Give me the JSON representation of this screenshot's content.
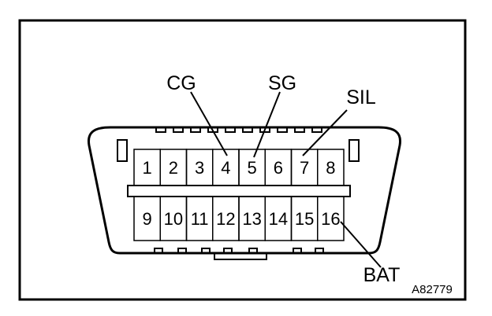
{
  "figure_id": "A82779",
  "connector": {
    "top_row": [
      "1",
      "2",
      "3",
      "4",
      "5",
      "6",
      "7",
      "8"
    ],
    "bottom_row": [
      "9",
      "10",
      "11",
      "12",
      "13",
      "14",
      "15",
      "16"
    ]
  },
  "callouts": [
    {
      "id": "cg",
      "label": "CG",
      "pin": "4"
    },
    {
      "id": "sg",
      "label": "SG",
      "pin": "5"
    },
    {
      "id": "sil",
      "label": "SIL",
      "pin": "7"
    },
    {
      "id": "bat",
      "label": "BAT",
      "pin": "16"
    }
  ]
}
